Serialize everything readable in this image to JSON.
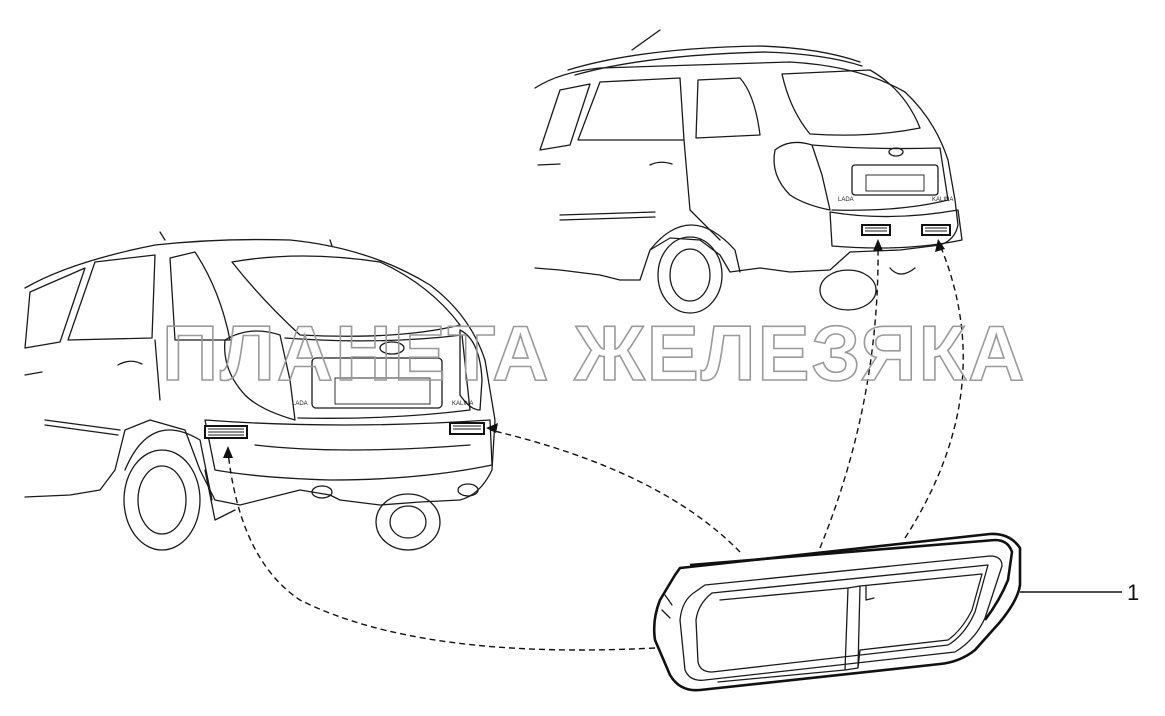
{
  "watermark": "ПЛАНЕТА ЖЕЛЕЗЯКА",
  "callout_label": "1",
  "car_badges": {
    "front_car_left": "LADA",
    "front_car_right": "KALINA",
    "back_car_left": "LADA",
    "back_car_right": "KALINA"
  },
  "colors": {
    "line": "#1a1a1a",
    "watermark": "#9a9a9a",
    "background": "#ffffff"
  }
}
